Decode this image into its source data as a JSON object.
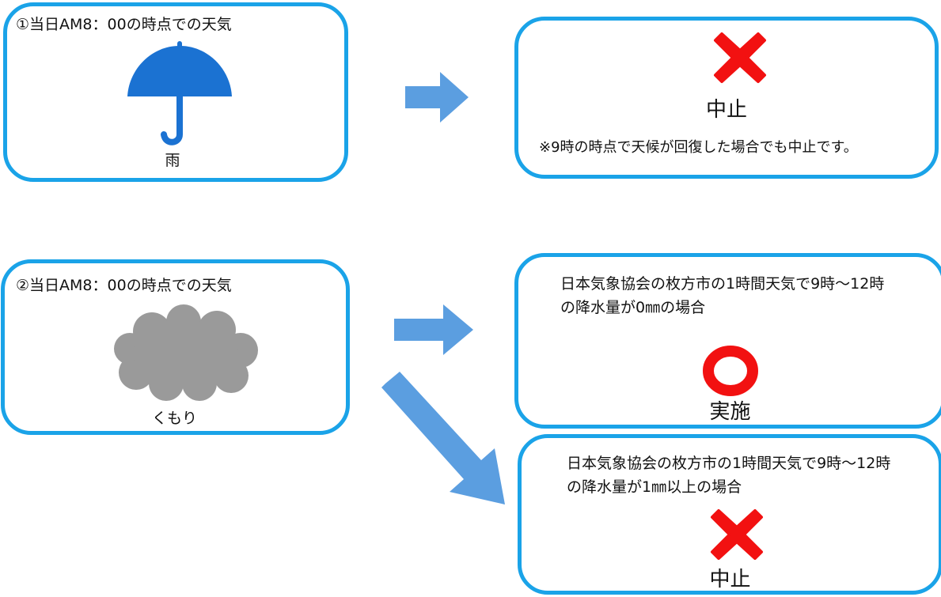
{
  "colors": {
    "box_border": "#1aa3e8",
    "arrow": "#5b9ee0",
    "cross": "#f21111",
    "circle": "#f21111",
    "umbrella": "#1b72d2",
    "cloud": "#9a9a9a"
  },
  "case1": {
    "title": "①当日AM8：00の時点での天気",
    "weather_icon": "umbrella-icon",
    "weather_label": "雨",
    "result_icon": "cross-icon",
    "result_label": "中止",
    "note": "※9時の時点で天候が回復した場合でも中止です。"
  },
  "case2": {
    "title": "②当日AM8：00の時点での天気",
    "weather_icon": "cloud-icon",
    "weather_label": "くもり",
    "outcome_a": {
      "condition": "日本気象協会の枚方市の1時間天気で9時〜12時の降水量が0㎜の場合",
      "result_icon": "circle-icon",
      "result_label": "実施"
    },
    "outcome_b": {
      "condition": "日本気象協会の枚方市の1時間天気で9時〜12時の降水量が1㎜以上の場合",
      "result_icon": "cross-icon",
      "result_label": "中止"
    }
  }
}
